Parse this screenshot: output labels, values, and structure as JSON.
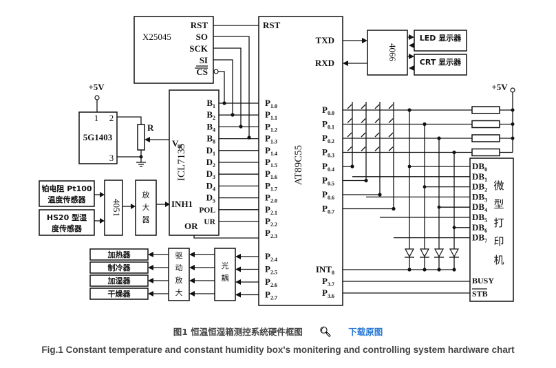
{
  "diagram": {
    "x25045": {
      "name": "X25045",
      "pins": [
        "RST",
        "SO",
        "SCK",
        "SI",
        "CS"
      ]
    },
    "mcu": {
      "name": "AT89C55",
      "rst": "RST",
      "txd": "TXD",
      "rxd": "RXD",
      "left_pins": [
        [
          "1.0"
        ],
        [
          "1.1"
        ],
        [
          "1.2"
        ],
        [
          "1.3"
        ],
        [
          "1.4"
        ],
        [
          "1.5"
        ],
        [
          "1.6"
        ],
        [
          "1.7"
        ],
        [
          "2.0"
        ],
        [
          "2.1"
        ],
        [
          "2.2"
        ],
        [
          "2.3"
        ]
      ],
      "left_pin_labels": [
        "P1.0",
        "P1.1",
        "P1.2",
        "P1.3",
        "P1.4",
        "P1.5",
        "P1.6",
        "P1.7",
        "P2.0",
        "P2.1",
        "P2.2",
        "P2.3"
      ],
      "p2_low_pins": [
        "P2.4",
        "P2.5",
        "P2.6",
        "P2.7"
      ],
      "p0_pins": [
        "P0.0",
        "P0.1",
        "P0.2",
        "P0.3",
        "P0.4",
        "P0.5",
        "P0.6",
        "P0.7"
      ],
      "int0": "INT0",
      "p37": "P3.7",
      "p36": "P3.6"
    },
    "adc": {
      "name": "ICL7135",
      "vr": "VR",
      "inh": "INH1",
      "or": "OR",
      "pins": [
        "B1",
        "B2",
        "B4",
        "B8",
        "D1",
        "D2",
        "D3",
        "D4",
        "D5",
        "POL",
        "UR"
      ]
    },
    "ref": {
      "name": "5G1403",
      "supply": "+5V",
      "pin1": "1",
      "pin2": "2",
      "pin3": "3",
      "resistor": "R"
    },
    "switch4066": "4066",
    "led_display": "LED 显示器",
    "crt_display": "CRT 显示器",
    "mux": "4051",
    "amp": [
      "放",
      "大",
      "器"
    ],
    "sensor_temp": [
      "铂电阻 Pt100",
      "温度传感器"
    ],
    "sensor_hum": [
      "HS20 型湿",
      "度传感器"
    ],
    "actuators": [
      "加热器",
      "制冷器",
      "加湿器",
      "干燥器"
    ],
    "driver": [
      "驱",
      "动",
      "放",
      "大"
    ],
    "optocoupler": [
      "光",
      "耦"
    ],
    "printer": {
      "name": [
        "微",
        "型",
        "打",
        "印",
        "机"
      ],
      "pins": [
        "DB0",
        "DB1",
        "DB2",
        "DB3",
        "DB4",
        "DB5",
        "DB6",
        "DB7"
      ],
      "busy": "BUSY",
      "stb": "STB"
    },
    "keypad_supply": "+5V"
  },
  "caption": {
    "cn_title": "图1 恒温恒湿箱测控系统硬件框图",
    "zoom_icon": "magnifier-icon",
    "download_link": "下载原图",
    "en_title": "Fig.1 Constant temperature and constant humidity box's monitering and controlling system hardware chart"
  }
}
